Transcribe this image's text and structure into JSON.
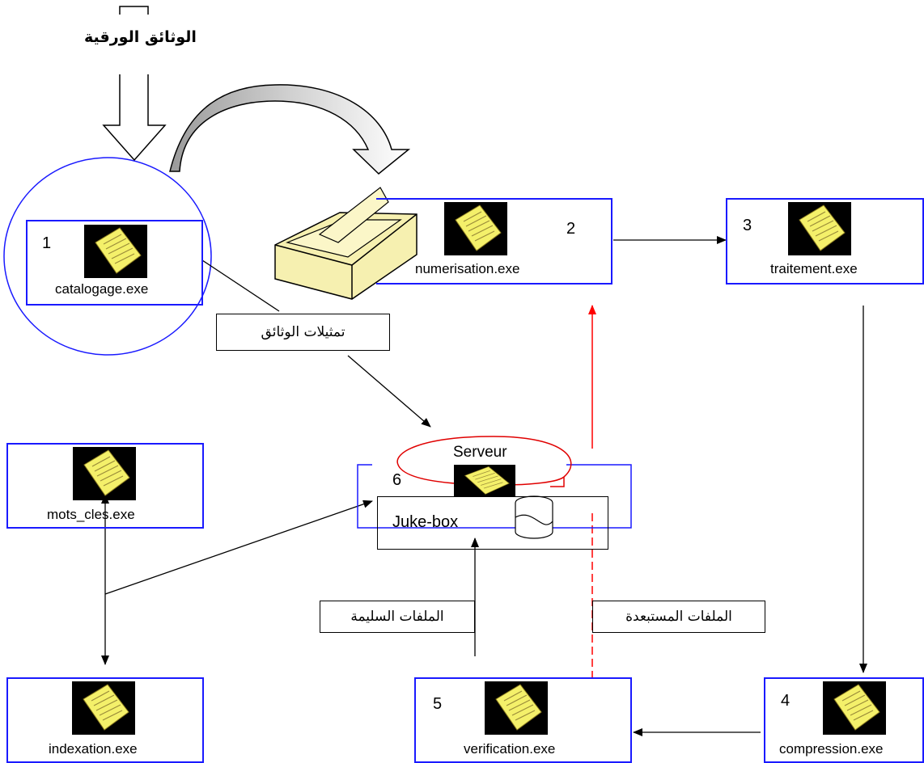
{
  "header": {
    "input_label": "الوثائق الورقية"
  },
  "modules": {
    "m1": {
      "number": "1",
      "label": "catalogage.exe"
    },
    "m2": {
      "number": "2",
      "label": "numerisation.exe"
    },
    "m3": {
      "number": "3",
      "label": "traitement.exe"
    },
    "m4": {
      "number": "4",
      "label": "compression.exe"
    },
    "m5": {
      "number": "5",
      "label": "verification.exe"
    },
    "m6": {
      "number": "6",
      "label": "Serveur",
      "inner_label": "Juke-box"
    },
    "keywords": {
      "label": "mots_cles.exe"
    },
    "indexing": {
      "label": "indexation.exe"
    }
  },
  "notes": {
    "representations": "تمثيلات الوثائق",
    "valid_files": "الملفات السليمة",
    "rejected_files": "الملفات المستبعدة"
  },
  "icons": {
    "module_icon": "sticky-note-icon",
    "scanner": "scanner-icon",
    "database": "database-icon"
  },
  "colors": {
    "box_border": "#1a1aff",
    "reject_arrow": "#ff0000",
    "serveur_oval": "#e00000",
    "note_yellow": "#f4f06a",
    "scanner_yellow": "#f6f0b0"
  }
}
